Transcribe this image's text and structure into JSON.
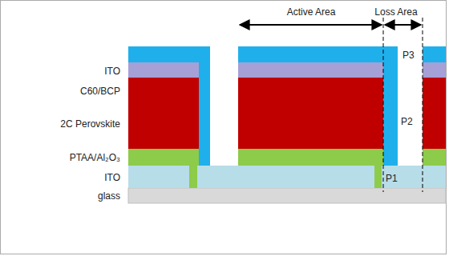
{
  "diagram": {
    "labels": [
      "Active Area",
      "Loss Area",
      "ITO",
      "C60/BCP",
      "2C Perovskite",
      "PTAA/Al₂O₃",
      "ITO",
      "glass",
      "P3",
      "P2",
      "P1"
    ]
  }
}
